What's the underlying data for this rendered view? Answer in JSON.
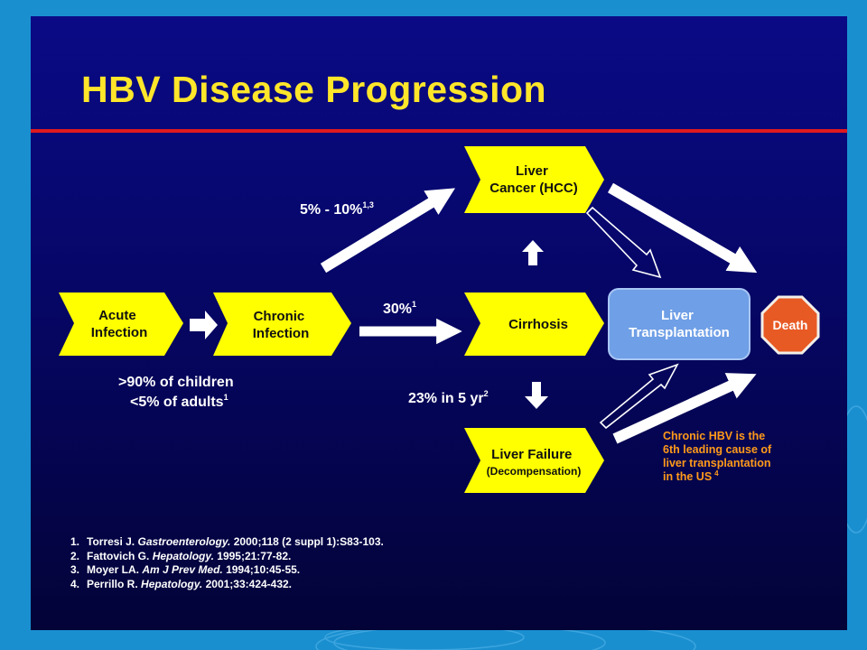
{
  "slide": {
    "title": "HBV Disease Progression",
    "colors": {
      "background": "#1a8fd0",
      "panel": "#06066e",
      "title": "#ffe62a",
      "rule": "#e0191e",
      "stage_box": "#ffff00",
      "transplant_box": "#6f9fe6",
      "death_octagon": "#e85a24",
      "note_text": "#ff9a1a"
    }
  },
  "nodes": {
    "acute": [
      "Acute",
      "Infection"
    ],
    "chronic": [
      "Chronic",
      "Infection"
    ],
    "cirrhosis": [
      "Cirrhosis"
    ],
    "cancer": [
      "Liver",
      "Cancer (HCC)"
    ],
    "failure": [
      "Liver Failure",
      "(Decompensation)"
    ],
    "transplant": [
      "Liver",
      "Transplantation"
    ],
    "death": [
      "Death"
    ]
  },
  "labels": {
    "to_cancer": {
      "text": "5% - 10%",
      "sup": "1,3"
    },
    "to_cirrhosis": {
      "text": "30%",
      "sup": "1"
    },
    "to_failure": {
      "text": "23% in 5 yr",
      "sup": "2"
    },
    "children": {
      "text": ">90% of children",
      "sup": ""
    },
    "adults": {
      "text": "<5% of adults",
      "sup": "1"
    }
  },
  "note": {
    "lines": [
      "Chronic HBV is the",
      "6th leading cause of",
      "liver transplantation",
      "in the US"
    ],
    "sup": "4"
  },
  "references": [
    {
      "num": "1.",
      "author": "Torresi J.",
      "journal": "Gastroenterology.",
      "citation": "2000;118 (2 suppl 1):S83-103."
    },
    {
      "num": "2.",
      "author": "Fattovich G.",
      "journal": "Hepatology.",
      "citation": "1995;21:77-82."
    },
    {
      "num": "3.",
      "author": "Moyer LA.",
      "journal": "Am J Prev Med.",
      "citation": "1994;10:45-55."
    },
    {
      "num": "4.",
      "author": "Perrillo R.",
      "journal": "Hepatology.",
      "citation": "2001;33:424-432."
    }
  ]
}
